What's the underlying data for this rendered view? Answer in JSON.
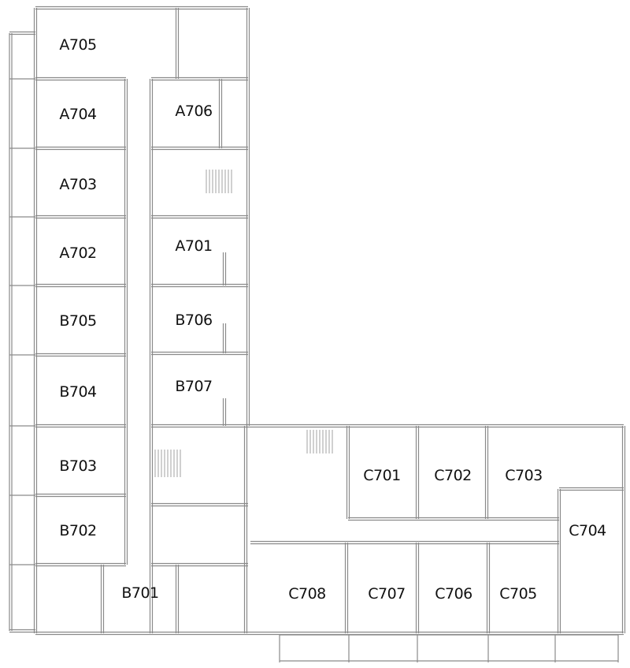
{
  "plan": {
    "floor": "7",
    "wall_color": "#8a8a8a",
    "label_color": "#111111",
    "rooms": [
      {
        "id": "A705",
        "label": "A705"
      },
      {
        "id": "A704",
        "label": "A704"
      },
      {
        "id": "A706",
        "label": "A706"
      },
      {
        "id": "A703",
        "label": "A703"
      },
      {
        "id": "A702",
        "label": "A702"
      },
      {
        "id": "A701",
        "label": "A701"
      },
      {
        "id": "B705",
        "label": "B705"
      },
      {
        "id": "B706",
        "label": "B706"
      },
      {
        "id": "B704",
        "label": "B704"
      },
      {
        "id": "B707",
        "label": "B707"
      },
      {
        "id": "B703",
        "label": "B703"
      },
      {
        "id": "B702",
        "label": "B702"
      },
      {
        "id": "B701",
        "label": "B701"
      },
      {
        "id": "C701",
        "label": "C701"
      },
      {
        "id": "C702",
        "label": "C702"
      },
      {
        "id": "C703",
        "label": "C703"
      },
      {
        "id": "C704",
        "label": "C704"
      },
      {
        "id": "C708",
        "label": "C708"
      },
      {
        "id": "C707",
        "label": "C707"
      },
      {
        "id": "C706",
        "label": "C706"
      },
      {
        "id": "C705",
        "label": "C705"
      }
    ]
  }
}
